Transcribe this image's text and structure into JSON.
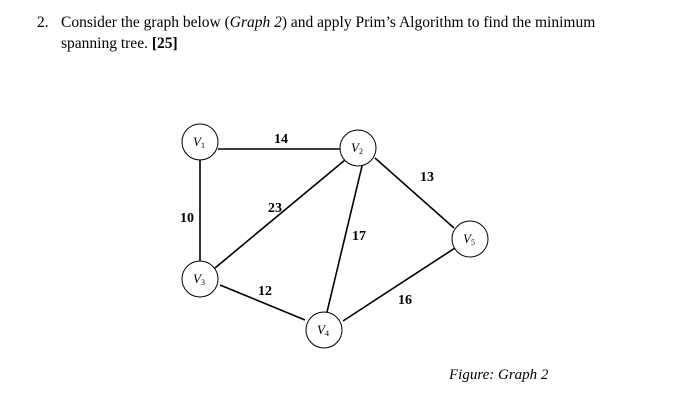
{
  "question": {
    "number": "2.",
    "text_start": "Consider the graph below (",
    "graph_ref": "Graph 2",
    "text_mid": ") and apply Prim’s Algorithm to find the minimum",
    "text_line2": "spanning tree. ",
    "marks": "[25]"
  },
  "graph": {
    "nodes": [
      {
        "id": "V1",
        "letter": "V",
        "sub": "1"
      },
      {
        "id": "V2",
        "letter": "V",
        "sub": "2"
      },
      {
        "id": "V3",
        "letter": "V",
        "sub": "3"
      },
      {
        "id": "V4",
        "letter": "V",
        "sub": "4"
      },
      {
        "id": "V5",
        "letter": "V",
        "sub": "5"
      }
    ],
    "edges": [
      {
        "from": "V1",
        "to": "V2",
        "weight": "14"
      },
      {
        "from": "V1",
        "to": "V3",
        "weight": "10"
      },
      {
        "from": "V2",
        "to": "V3",
        "weight": "23"
      },
      {
        "from": "V2",
        "to": "V4",
        "weight": "17"
      },
      {
        "from": "V2",
        "to": "V5",
        "weight": "13"
      },
      {
        "from": "V3",
        "to": "V4",
        "weight": "12"
      },
      {
        "from": "V4",
        "to": "V5",
        "weight": "16"
      }
    ]
  },
  "caption": "Figure: Graph 2"
}
